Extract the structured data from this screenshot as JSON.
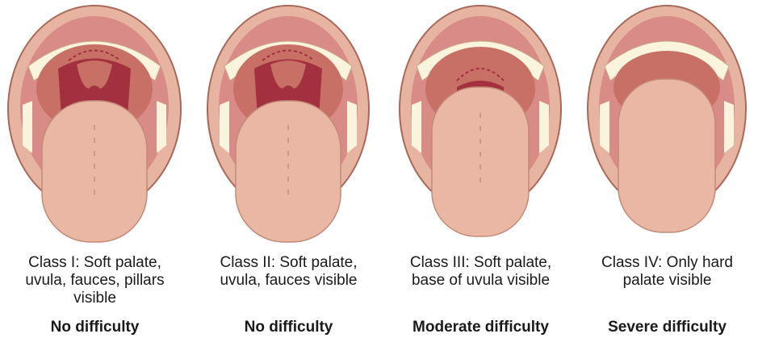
{
  "panels": [
    {
      "desc_lines": [
        "Class I: Soft palate,",
        "uvula, fauces, pillars",
        "visible"
      ],
      "verdict": "No difficulty"
    },
    {
      "desc_lines": [
        "Class II: Soft palate,",
        "uvula, fauces visible"
      ],
      "verdict": "No difficulty"
    },
    {
      "desc_lines": [
        "Class III: Soft palate,",
        "base of uvula visible"
      ],
      "verdict": "Moderate difficulty"
    },
    {
      "desc_lines": [
        "Class IV: Only hard",
        "palate visible"
      ],
      "verdict": "Severe difficulty"
    }
  ],
  "colors": {
    "lip": "#e8b4a2",
    "lip_edge": "#a8685a",
    "gum": "#d98b88",
    "palate": "#c97066",
    "throat": "#a3303f",
    "tongue": "#e9b7a4",
    "tooth": "#fbf4dc"
  }
}
